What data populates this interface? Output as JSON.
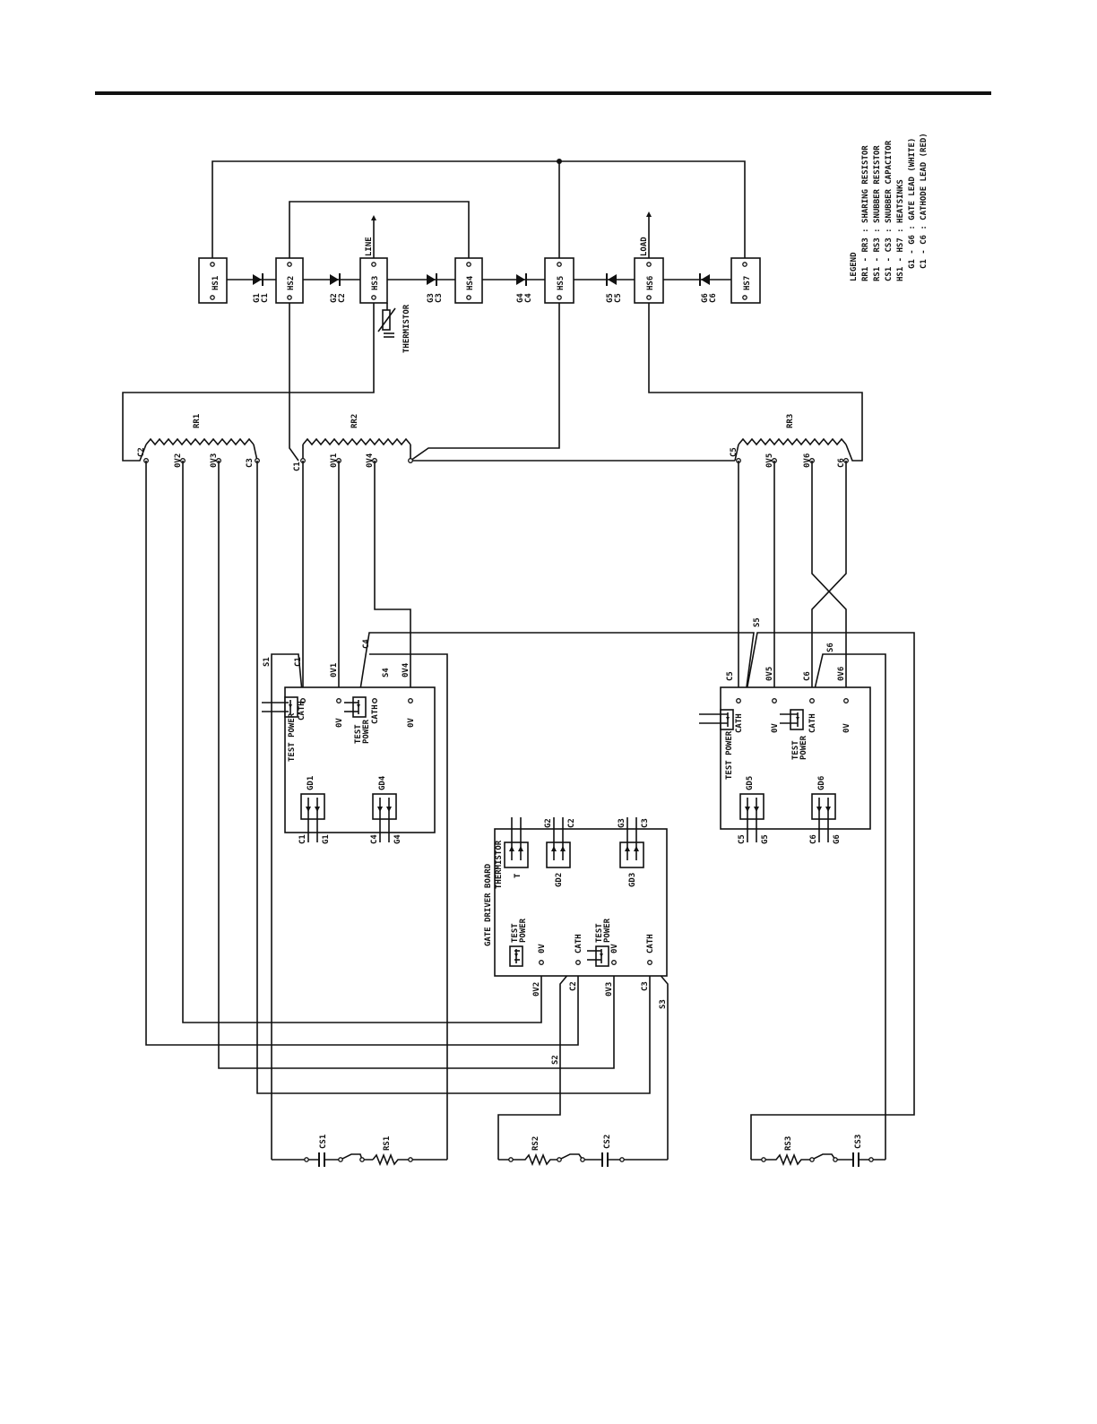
{
  "legend": {
    "title": "LEGEND",
    "lines": [
      "RR1 - RR3 : SHARING RESISTOR",
      "RS1 - RS3 : SNUBBER RESISTOR",
      "CS1 - CS3 : SNUBBER CAPACITOR",
      "HS1 - HS7 : HEATSINKS",
      "G1 - G6 : GATE LEAD (WHITE)",
      "C1 - C6 : CATHODE LEAD (RED)"
    ]
  },
  "heatsinks": [
    "HS1",
    "HS2",
    "HS3",
    "HS4",
    "HS5",
    "HS6",
    "HS7"
  ],
  "scr_labels": [
    {
      "g": "G1",
      "c": "C1"
    },
    {
      "g": "G2",
      "c": "C2"
    },
    {
      "g": "G3",
      "c": "C3"
    },
    {
      "g": "G4",
      "c": "C4"
    },
    {
      "g": "G5",
      "c": "C5"
    },
    {
      "g": "G6",
      "c": "C6"
    }
  ],
  "terminals": {
    "line": "LINE",
    "load": "LOAD",
    "thermistor": "THERMISTOR"
  },
  "sharing_resistors": {
    "rr1": {
      "name": "RR1",
      "taps": [
        "C2",
        "0V2",
        "0V3",
        "C3"
      ]
    },
    "rr2": {
      "name": "RR2",
      "taps": [
        "C1",
        "0V1",
        "0V4"
      ]
    },
    "rr3": {
      "name": "RR3",
      "taps": [
        "C5",
        "0V5",
        "0V6",
        "C6"
      ]
    }
  },
  "board_left": {
    "top_labels": [
      "S1",
      "C1",
      "0V1",
      "C4",
      "S4",
      "0V4"
    ],
    "term": {
      "cath": "CATH",
      "ov": "0V",
      "test": "TEST",
      "power": "POWER",
      "test_power": "TEST POWER"
    },
    "gd": [
      {
        "name": "GD1",
        "c": "C1",
        "g": "G1"
      },
      {
        "name": "GD4",
        "c": "C4",
        "g": "G4"
      }
    ]
  },
  "board_right": {
    "top_labels": [
      "C5",
      "S5",
      "0V5",
      "C6",
      "S6",
      "0V6"
    ],
    "term": {
      "cath": "CATH",
      "ov": "0V",
      "test": "TEST",
      "power": "POWER",
      "test_power": "TEST POWER"
    },
    "gd": [
      {
        "name": "GD5",
        "c": "C5",
        "g": "G5"
      },
      {
        "name": "GD6",
        "c": "C6",
        "g": "G6"
      }
    ]
  },
  "board_center": {
    "title": "GATE DRIVER BOARD",
    "thermistor": "THERMISTOR",
    "t": "T",
    "gd": [
      {
        "name": "GD2",
        "g": "G2",
        "c": "C2"
      },
      {
        "name": "GD3",
        "g": "G3",
        "c": "C3"
      }
    ],
    "term": {
      "test": "TEST",
      "power": "POWER",
      "ov": "0V",
      "cath": "CATH"
    },
    "bottom_labels": [
      "0V2",
      "C2",
      "0V3",
      "C3"
    ],
    "s_labels": [
      "S2",
      "S3"
    ]
  },
  "snubbers": [
    {
      "cs": "CS1",
      "rs": "RS1"
    },
    {
      "cs": "CS2",
      "rs": "RS2"
    },
    {
      "cs": "CS3",
      "rs": "RS3"
    }
  ]
}
